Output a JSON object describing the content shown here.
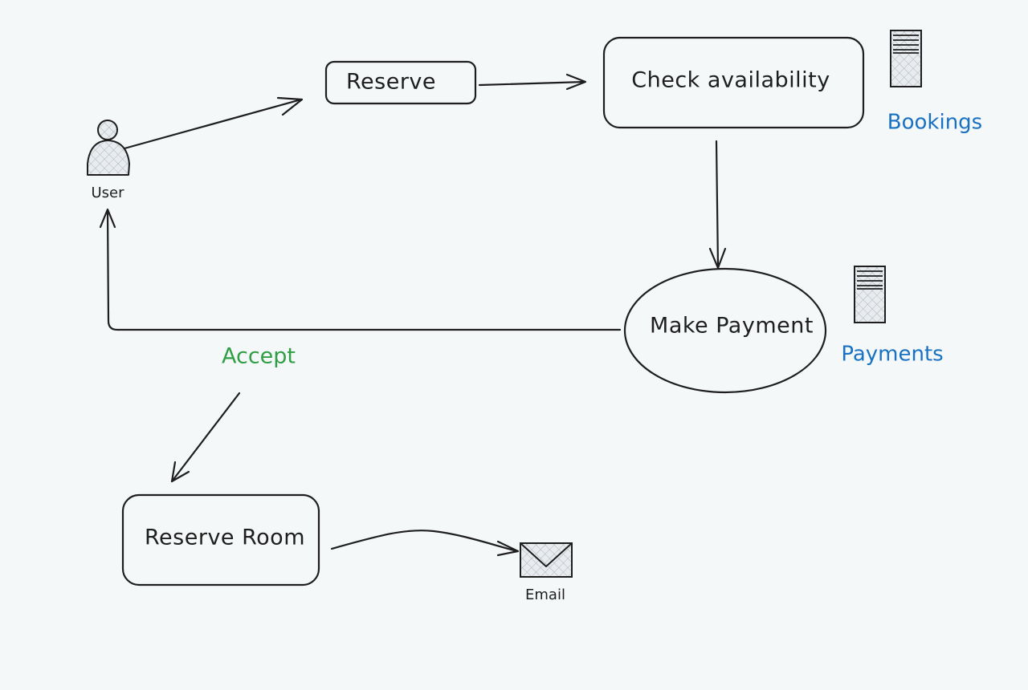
{
  "nodes": {
    "reserve": "Reserve",
    "check_availability": "Check availability",
    "make_payment": "Make Payment",
    "reserve_room": "Reserve Room"
  },
  "actors": {
    "user": "User"
  },
  "stores": {
    "bookings": "Bookings",
    "payments": "Payments"
  },
  "endpoints": {
    "email": "Email"
  },
  "edge_labels": {
    "accept": "Accept"
  },
  "colors": {
    "stroke": "#1e1e1e",
    "background": "#f5f8f9",
    "store_label": "#1971c2",
    "accept_label": "#2f9e44"
  }
}
